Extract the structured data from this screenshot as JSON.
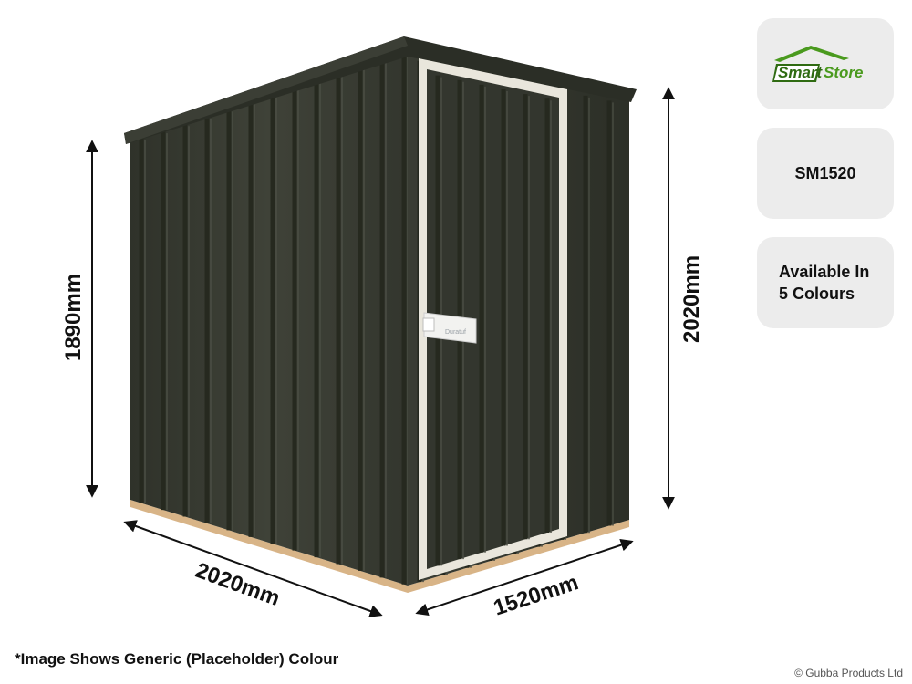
{
  "product": {
    "model": "SM1520",
    "availability_line1": "Available In",
    "availability_line2": "5 Colours",
    "colour_note": "*Image Shows Generic (Placeholder) Colour",
    "copyright": "© Gubba Products Ltd"
  },
  "brand": {
    "word1": "Smart",
    "word2": "Store",
    "primary_color": "#4a9a1e",
    "dark_color": "#2f6b12"
  },
  "dimensions": {
    "left_height": "1890mm",
    "right_height": "2020mm",
    "length": "2020mm",
    "width": "1520mm"
  },
  "shed": {
    "cladding_color": "#3a3d34",
    "door_frame_color": "#ece9df",
    "door_handle_brand": "Duratuf"
  },
  "icons": {
    "logo": "smartstore-house-logo",
    "dimension_arrows": "double-headed-arrow"
  }
}
